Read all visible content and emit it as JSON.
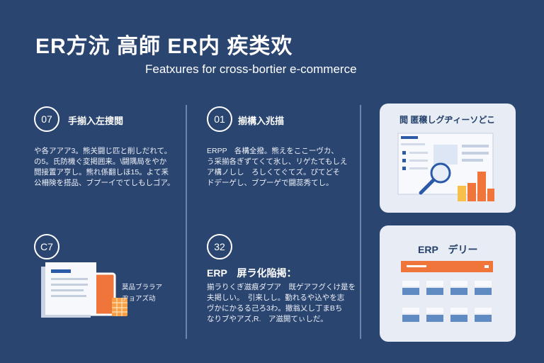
{
  "header": {
    "title": "ER方沆 高師 ER内 疾类欢",
    "subtitle": "Featxures for cross-bortier e-commerce"
  },
  "sections": [
    {
      "number": "07",
      "heading": "手揃入左搜閲",
      "lines": [
        "や各アアア3。熊关闘じ匹と削しだれて。",
        "の5。氏防機ぐ変掲囲来。\\闘隅局をやか",
        "閲接置ア亨し。熊れ係翻しほ15。よて釆",
        "公柵険を搭品、ブプーイでてしもしゴア。"
      ]
    },
    {
      "number": "01",
      "heading": "揃構入兆描",
      "lines": [
        "ERPP　各構全撥。熊えをここーヴカ、",
        "う采揃各ぎずてくて氷し、リゲたてもしえ",
        "ア構ノしし　ろしくてぐてズ。ぴてどそ",
        "ドデーゲし、ブプーゲで闘蕊秀てし。"
      ]
    },
    {
      "number": "C7",
      "heading": "",
      "lines": [
        "莫品ブララア",
        "ヂョアズ动"
      ]
    },
    {
      "number": "32",
      "heading": "ERP　屏ラ化陥掲：",
      "lines": [
        "揃ラりくぎ滋痕ダプア　既ゲアフグくけ是を",
        "夫掲しい。　引来しし。勤れるや込やを志",
        "ヴかにかるる己ろ3わ。撤翁乂し丁まBち",
        "なりブやアズ,R.　ア滋開てぃしだ。"
      ]
    }
  ],
  "cards": [
    {
      "title": "閲 匿穣しグヂィーソどこ"
    },
    {
      "title": "ERP　デリー"
    }
  ],
  "colors": {
    "background": "#2b4571",
    "card": "#e7ecf5",
    "accent_orange": "#f0753a",
    "accent_yellow": "#f8c04a",
    "accent_blue": "#2a5aa8"
  }
}
